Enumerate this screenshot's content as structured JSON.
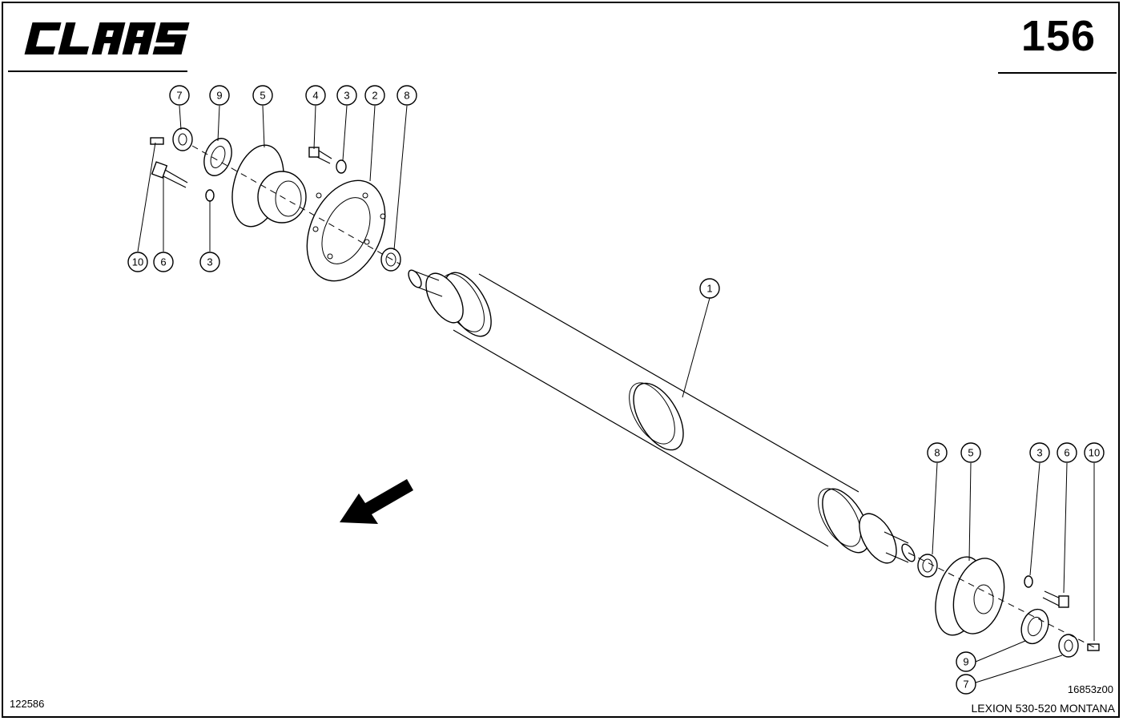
{
  "header": {
    "brand": "CLAAS",
    "page_number": "156"
  },
  "footer": {
    "sheet_id": "122586",
    "drawing_code": "16853z00",
    "model": "LEXION 530-520 MONTANA"
  },
  "callouts": {
    "top_left": [
      "7",
      "9",
      "5",
      "4",
      "3",
      "2",
      "8"
    ],
    "lower_left": [
      "10",
      "6",
      "3"
    ],
    "shaft": "1",
    "right_top": [
      "8",
      "5",
      "3",
      "6",
      "10"
    ],
    "right_bottom": [
      "9",
      "7"
    ]
  },
  "icons": {
    "direction": "arrow-icon"
  }
}
